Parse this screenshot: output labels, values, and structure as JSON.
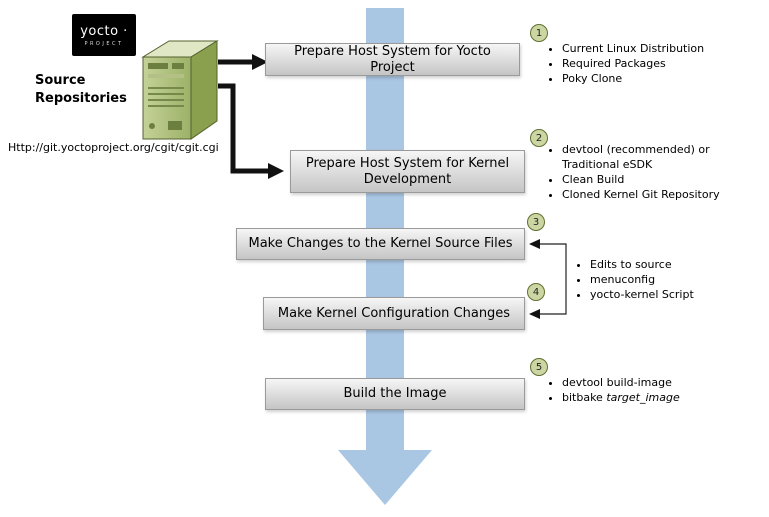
{
  "logo": {
    "brand": "yocto ·",
    "sub": "PROJECT"
  },
  "source": {
    "title": "Source Repositories",
    "url": "Http://git.yoctoproject.org/cgit/cgit.cgi"
  },
  "boxes": {
    "b1": "Prepare Host System for Yocto Project",
    "b2": "Prepare Host System for Kernel Development",
    "b3": "Make Changes to the Kernel Source Files",
    "b4": "Make Kernel Configuration Changes",
    "b5": "Build the Image"
  },
  "badges": {
    "n1": "1",
    "n2": "2",
    "n3": "3",
    "n4": "4",
    "n5": "5"
  },
  "lists": {
    "l1": [
      "Current Linux Distribution",
      "Required Packages",
      "Poky Clone"
    ],
    "l2": [
      "devtool (recommended) or Traditional eSDK",
      "Clean Build",
      "Cloned Kernel Git Repository"
    ],
    "l34": [
      "Edits to source",
      "menuconfig",
      "yocto-kernel Script"
    ],
    "l5_1": "devtool build-image",
    "l5_2_plain": "bitbake ",
    "l5_2_italic": "target_image"
  },
  "colors": {
    "arrow_blue": "#a9c6e3",
    "badge_fill": "#ccd6a2",
    "badge_border": "#5f7031",
    "box_top": "#f6f6f6",
    "box_bottom": "#c5c5c5",
    "server_green": "#a9bf72",
    "connector_black": "#111111"
  }
}
